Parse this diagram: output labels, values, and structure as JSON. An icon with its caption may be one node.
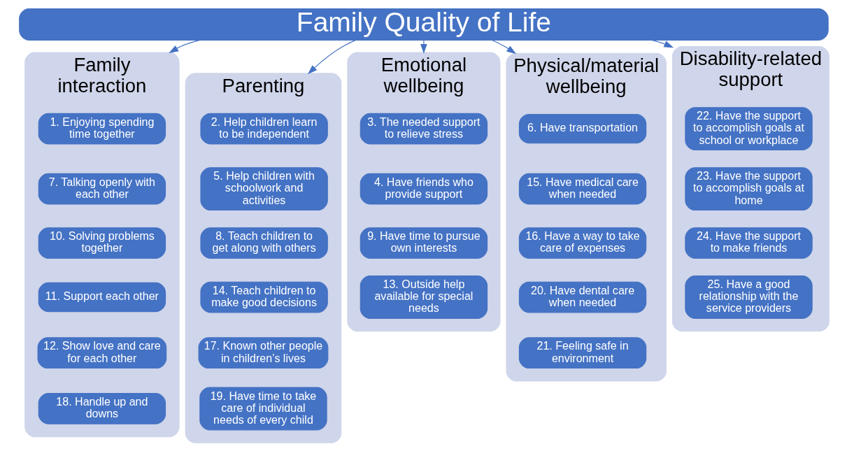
{
  "diagram": {
    "nodes": [
      {
        "text": [
          "Family Quality of Life"
        ]
      },
      {
        "text": [
          "Family interaction"
        ]
      },
      {
        "text": [
          "1. Enjoying spending time together"
        ],
        "in": 1
      },
      {
        "text": [
          "7. Talking openly with each other"
        ],
        "in": 1
      },
      {
        "text": [
          "10. Solving problems together"
        ],
        "in": 1
      },
      {
        "text": [
          "11. Support each other"
        ],
        "in": 1
      },
      {
        "text": [
          "12. Show love and care for each other"
        ],
        "in": 1
      },
      {
        "text": [
          "18. Handle up and downs"
        ],
        "in": 1
      },
      {
        "text": [
          "Parenting"
        ]
      },
      {
        "text": [
          "2. Help children learn to be independent"
        ],
        "in": 8
      },
      {
        "text": [
          "5. Help children with schoolwork and activities"
        ],
        "in": 8
      },
      {
        "text": [
          "8. Teach children to get along with others"
        ],
        "in": 8
      },
      {
        "text": [
          "14. Teach children to make good decisions"
        ],
        "in": 8
      },
      {
        "text": [
          "17. Known other people in children’s lives"
        ],
        "in": 8
      },
      {
        "text": [
          "19. Have time to take care of individual needs of every child"
        ],
        "in": 8
      },
      {
        "text": [
          "Emotional wellbeing"
        ]
      },
      {
        "text": [
          "3. The needed support to relieve stress"
        ],
        "in": 15
      },
      {
        "text": [
          "4. Have friends who provide support"
        ],
        "in": 15
      },
      {
        "text": [
          "9. Have time to pursue own interests"
        ],
        "in": 15
      },
      {
        "text": [
          "13. Outside help available for special needs"
        ],
        "in": 15
      },
      {
        "text": [
          "Physical/material wellbeing"
        ]
      },
      {
        "text": [
          "6. Have transportation"
        ],
        "in": 20
      },
      {
        "text": [
          "15. Have medical care when needed"
        ],
        "in": 20
      },
      {
        "text": [
          "16. Have a way to take care of expenses"
        ],
        "in": 20
      },
      {
        "text": [
          "20. Have dental care when needed"
        ],
        "in": 20
      },
      {
        "text": [
          "21. Feeling safe in environment"
        ],
        "in": 20
      },
      {
        "text": [
          "Disability-related support"
        ]
      },
      {
        "text": [
          "22. Have the support to accomplish goals at school or workplace"
        ],
        "in": 26
      },
      {
        "text": [
          "23. Have the support to accomplish goals at home"
        ],
        "in": 26
      },
      {
        "text": [
          "24. Have the support to make friends"
        ],
        "in": 26
      },
      {
        "text": [
          "25. Have a good relationship with the service providers"
        ],
        "in": 26
      }
    ],
    "edges": [
      {
        "from": 0,
        "to": 1,
        "arrow": "to"
      },
      {
        "from": 0,
        "to": 8,
        "arrow": "to"
      },
      {
        "from": 0,
        "to": 15,
        "arrow": "to"
      },
      {
        "from": 0,
        "to": 20,
        "arrow": "to"
      },
      {
        "from": 0,
        "to": 26,
        "arrow": "to"
      }
    ]
  }
}
